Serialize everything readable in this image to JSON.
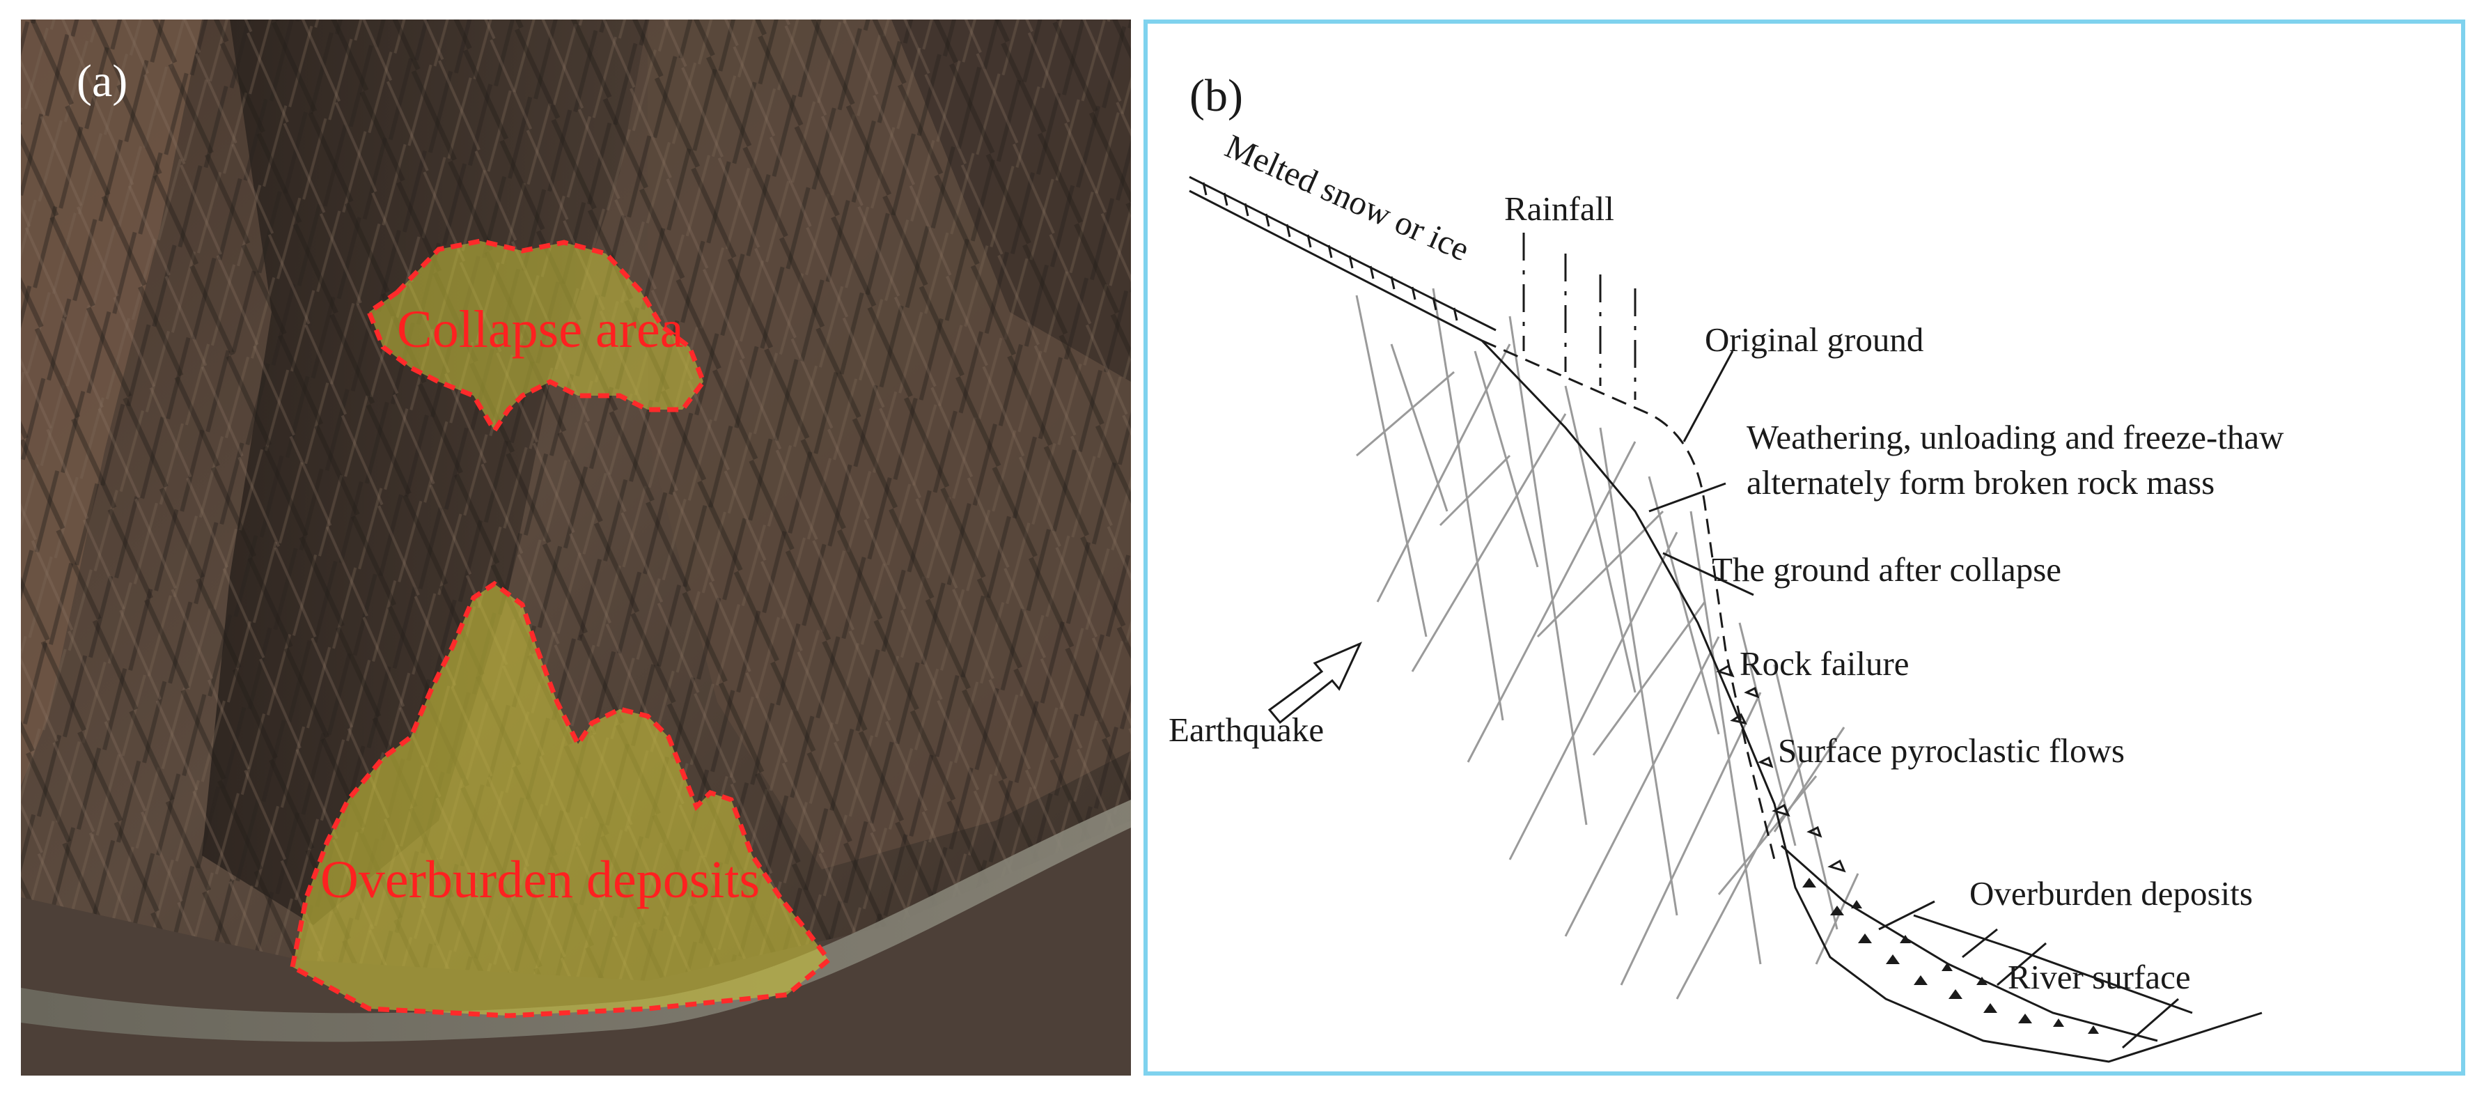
{
  "panel_a": {
    "tag": "(a)",
    "labels": {
      "collapse_area": "Collapse area",
      "overburden_deposits": "Overburden deposits"
    },
    "colors": {
      "highlight_fill": "#c9c23a",
      "outline": "#ff2a2a",
      "label": "#ff2020"
    }
  },
  "panel_b": {
    "tag": "(b)",
    "labels": {
      "melted_snow": "Melted snow or ice",
      "rainfall": "Rainfall",
      "original_ground": "Original ground",
      "weathering_line1": "Weathering, unloading and freeze-thaw",
      "weathering_line2": "alternately form broken rock mass",
      "ground_after_collapse": "The ground after collapse",
      "rock_failure": "Rock failure",
      "surface_flows": "Surface pyroclastic flows",
      "earthquake": "Earthquake",
      "overburden_deposits": "Overburden deposits",
      "river_surface": "River surface"
    },
    "colors": {
      "border": "#7fd2ee",
      "ink": "#1a1a1a",
      "joints": "#9a9a9a"
    }
  }
}
